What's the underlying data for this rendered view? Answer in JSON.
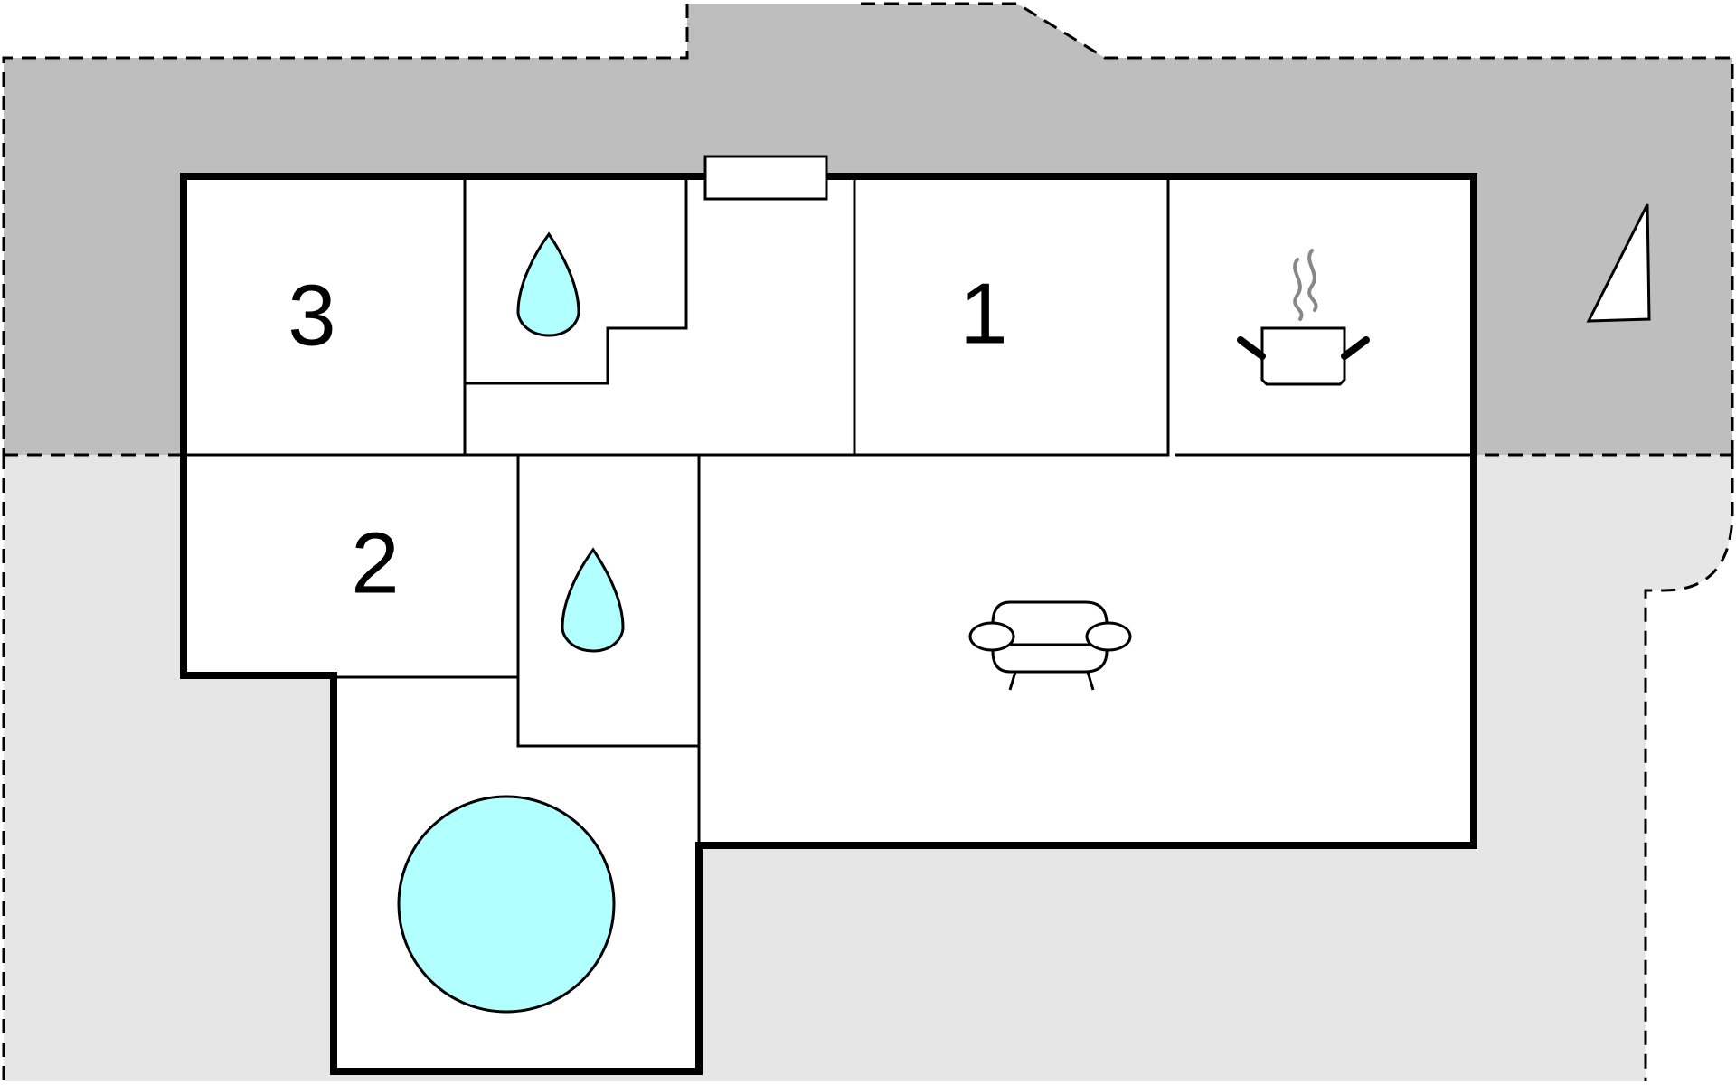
{
  "floorplan": {
    "rooms": {
      "bedroom_1": {
        "label": "1"
      },
      "bedroom_2": {
        "label": "2"
      },
      "bedroom_3": {
        "label": "3"
      },
      "bathroom_upper": {
        "icon": "water-drop-icon"
      },
      "bathroom_lower": {
        "icon": "water-drop-icon"
      },
      "kitchen": {
        "icon": "cooking-pot-icon"
      },
      "living_room": {
        "icon": "sofa-icon"
      },
      "hot_tub": {
        "icon": "hot-tub-circle"
      }
    },
    "orientation": {
      "icon": "north-arrow-icon"
    },
    "colors": {
      "terrace_dark": "#bebebe",
      "terrace_light": "#e6e6e6",
      "wall": "#000000",
      "room_fill": "#ffffff",
      "water": "#b2ffff",
      "steam": "#888888"
    }
  }
}
